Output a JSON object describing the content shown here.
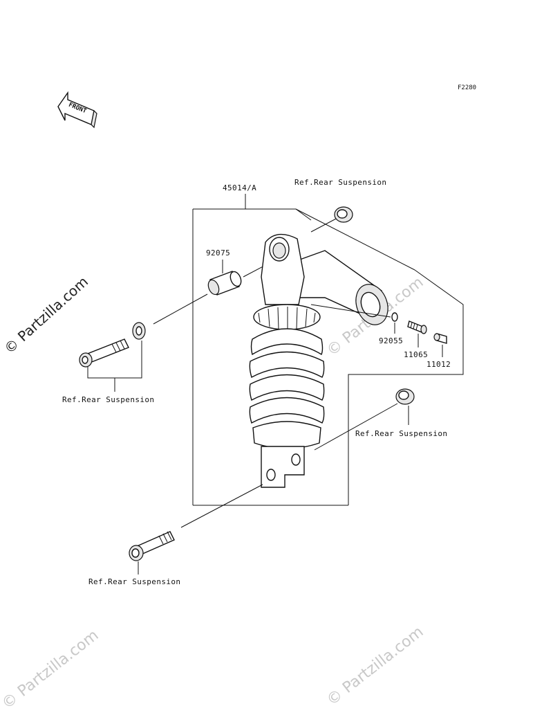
{
  "diagram_code": "F2280",
  "front_arrow_label": "FRONT",
  "parts": {
    "shock_assembly": "45014/A",
    "bushing": "92075",
    "o_ring": "92055",
    "fitting": "11065",
    "cap": "11012"
  },
  "references": {
    "top_nut": "Ref.Rear Suspension",
    "upper_bolt": "Ref.Rear Suspension",
    "lower_nut": "Ref.Rear Suspension",
    "lower_bolt": "Ref.Rear Suspension"
  },
  "watermarks": {
    "main": "© Partzilla.com",
    "faint": "© Partzilla.com"
  }
}
